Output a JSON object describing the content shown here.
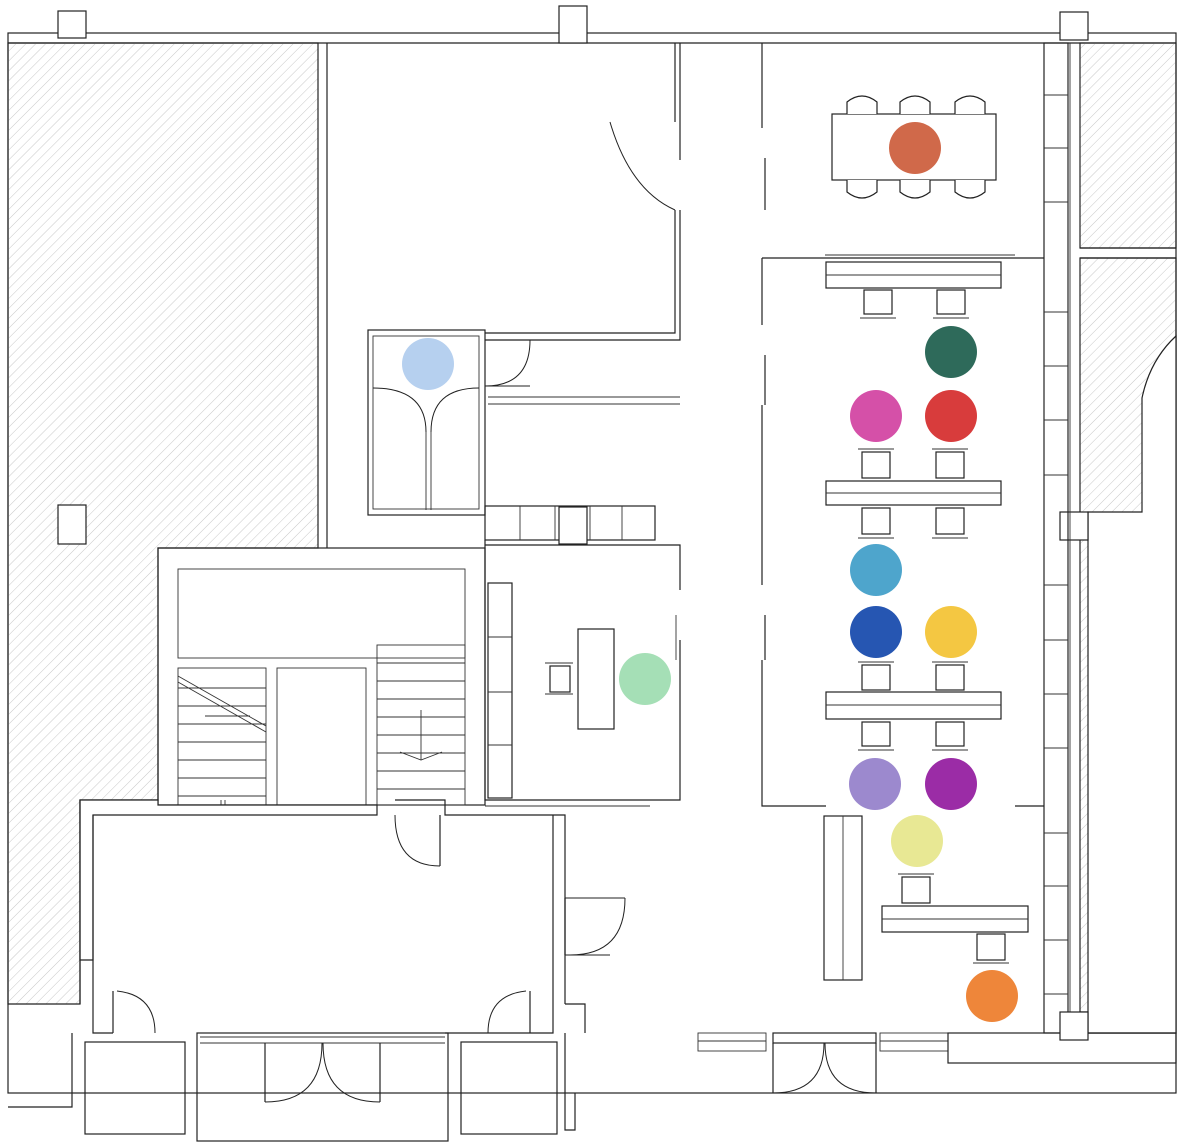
{
  "markers": [
    {
      "id": "conference-table",
      "color": "#D0694A"
    },
    {
      "id": "small-office",
      "color": "#B6D0EF"
    },
    {
      "id": "desk-row1-right",
      "color": "#2E6A5A"
    },
    {
      "id": "desk-row2-left",
      "color": "#D550A8"
    },
    {
      "id": "desk-row2-right",
      "color": "#D83C3C"
    },
    {
      "id": "private-office",
      "color": "#A5DFB6"
    },
    {
      "id": "desk-row3-left",
      "color": "#4EA5CC"
    },
    {
      "id": "desk-row4-left",
      "color": "#2656B2"
    },
    {
      "id": "desk-row4-right",
      "color": "#F4C742"
    },
    {
      "id": "desk-row5-left",
      "color": "#9C89CE"
    },
    {
      "id": "desk-row5-right",
      "color": "#9B2CA6"
    },
    {
      "id": "desk-row6",
      "color": "#E8E894"
    },
    {
      "id": "desk-row7",
      "color": "#EE863A"
    }
  ]
}
